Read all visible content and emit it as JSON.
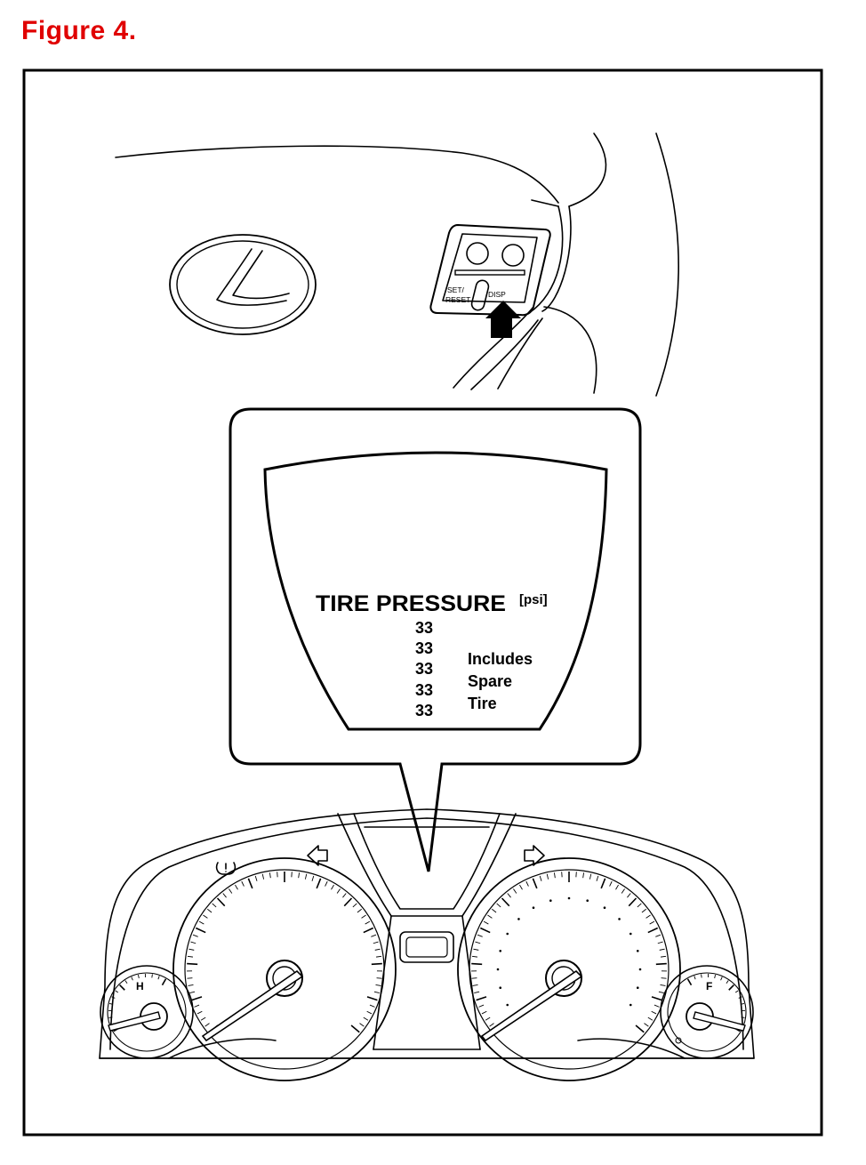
{
  "figure": {
    "title": "Figure 4.",
    "title_color": "#e00000"
  },
  "steering_switch": {
    "set_reset_label_1": "SET/",
    "set_reset_label_2": "RESET",
    "disp_label": "DISP"
  },
  "display": {
    "title": "TIRE PRESSURE",
    "unit": "[psi]",
    "pressures": [
      "33",
      "33",
      "33",
      "33",
      "33"
    ],
    "note_lines": [
      "Includes",
      "Spare",
      "Tire"
    ]
  },
  "gauges": {
    "temp_label": "H",
    "fuel_label": "F"
  },
  "icons": {
    "brand_logo": "lexus-emblem-icon",
    "pointer_arrow": "up-arrow-icon",
    "turn_left": "left-turn-signal-icon",
    "turn_right": "right-turn-signal-icon",
    "tpms_warning": "tire-pressure-warning-icon"
  }
}
